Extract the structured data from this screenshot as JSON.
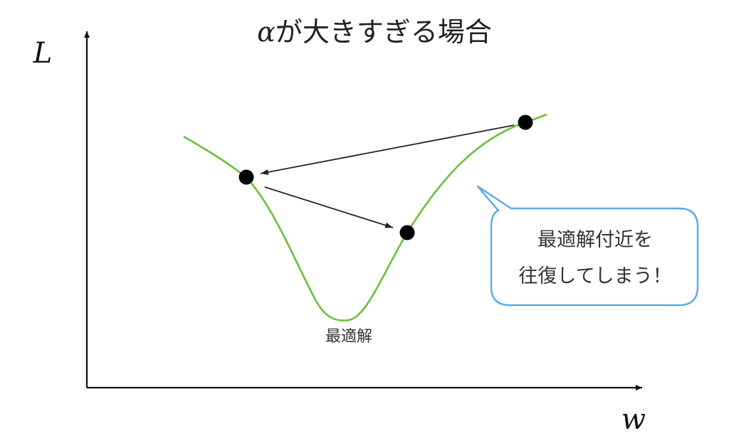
{
  "title": {
    "symbol": "α",
    "text": "が大きすぎる場合"
  },
  "axes": {
    "y_label": "L",
    "x_label": "w"
  },
  "curve_color": "#6abf3a",
  "accent_color": "#5aa9e6",
  "minimum_label": "最適解",
  "callout": {
    "line1": "最適解付近を",
    "line2": "往復してしまう！"
  },
  "steps": [
    {
      "from": "right-point",
      "to": "left-point"
    },
    {
      "from": "left-point",
      "to": "middle-point"
    }
  ]
}
